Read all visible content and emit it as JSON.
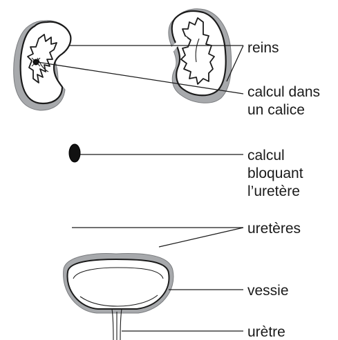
{
  "labels": {
    "kidneys": "reins",
    "stone_calyx_line1": "calcul dans",
    "stone_calyx_line2": "un calice",
    "stone_ureter_line1": "calcul",
    "stone_ureter_line2": "bloquant",
    "stone_ureter_line3": "l’uretère",
    "ureters": "uretères",
    "bladder": "vessie",
    "urethra": "urètre"
  }
}
